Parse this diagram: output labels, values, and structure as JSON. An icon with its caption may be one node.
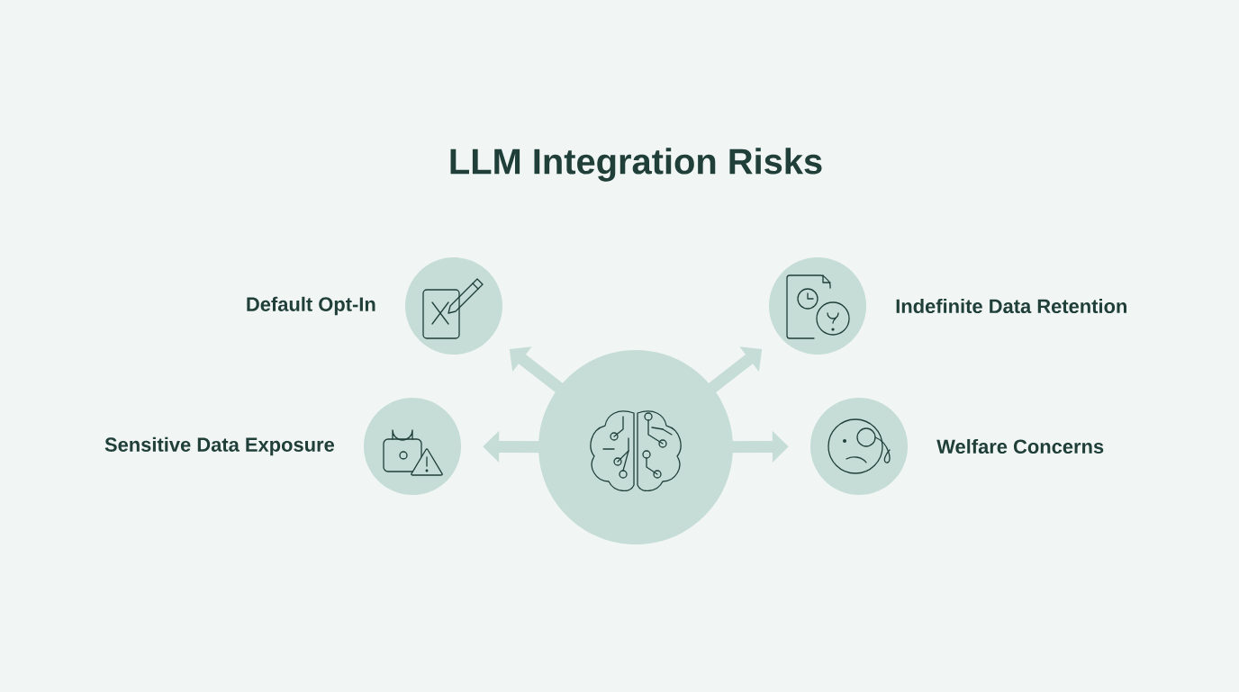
{
  "diagram": {
    "title": "LLM Integration Risks",
    "nodes": [
      {
        "text": [],
        "shape": "circle"
      },
      {
        "text": [],
        "shape": "circle",
        "beside": [
          "Default Opt-In"
        ]
      },
      {
        "text": [],
        "shape": "circle",
        "beside": [
          "Indefinite Data Retention"
        ]
      },
      {
        "text": [],
        "shape": "circle",
        "beside": [
          "Sensitive Data Exposure"
        ]
      },
      {
        "text": [],
        "shape": "circle",
        "beside": [
          "Welfare Concerns"
        ]
      }
    ],
    "edges": [
      {
        "from": 0,
        "to": 1,
        "arrow": "to"
      },
      {
        "from": 0,
        "to": 2,
        "arrow": "to"
      },
      {
        "from": 0,
        "to": 3,
        "arrow": "to"
      },
      {
        "from": 0,
        "to": 4,
        "arrow": "to"
      }
    ]
  }
}
